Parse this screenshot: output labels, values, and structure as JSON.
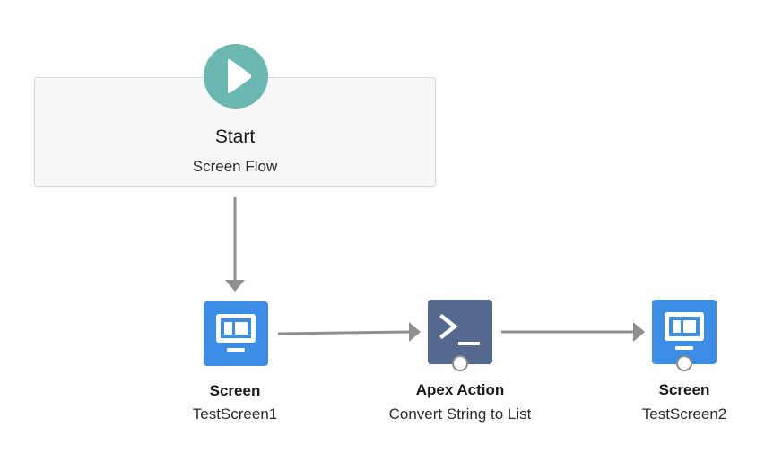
{
  "start": {
    "title": "Start",
    "subtitle": "Screen Flow",
    "icon": "play-icon",
    "color": "#6bb7b1"
  },
  "nodes": [
    {
      "type_label": "Screen",
      "name": "TestScreen1",
      "icon": "screen-icon",
      "color": "#3b8de6"
    },
    {
      "type_label": "Apex Action",
      "name": "Convert String to List",
      "icon": "apex-terminal-icon",
      "color": "#54698d"
    },
    {
      "type_label": "Screen",
      "name": "TestScreen2",
      "icon": "screen-icon",
      "color": "#3b8de6"
    }
  ],
  "colors": {
    "connector": "#8f8f8f",
    "card_background": "#f7f7f7",
    "card_border": "#d9d9d9"
  }
}
